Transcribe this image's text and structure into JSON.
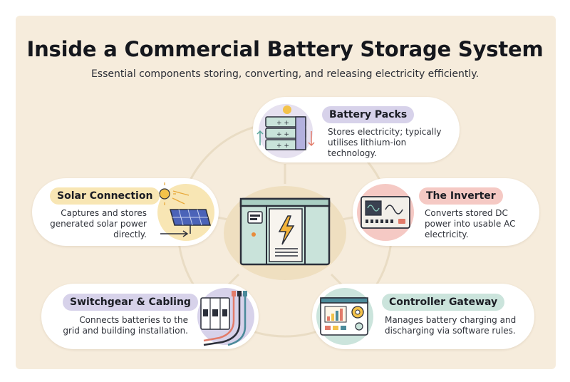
{
  "title": "Inside a Commercial Battery Storage System",
  "subtitle": "Essential components storing, converting, and releasing electricity efficiently.",
  "colors": {
    "background": "#f6ecdc",
    "lavender": "#d7d2ea",
    "yellow": "#f8e6b4",
    "pink": "#f5c9c4",
    "teal": "#cbe4dc",
    "ring": "#e9dcc4"
  },
  "center": {
    "icon": "battery-cabinet-icon"
  },
  "components": [
    {
      "id": "battery-packs",
      "label": "Battery Packs",
      "icon": "battery-stack-icon",
      "desc": [
        "Stores electricity; typically",
        "utilises lithium-ion",
        "technology."
      ]
    },
    {
      "id": "solar-connection",
      "label": "Solar Connection",
      "icon": "solar-panel-icon",
      "desc": [
        "Captures and stores",
        "generated solar power",
        "directly."
      ]
    },
    {
      "id": "the-inverter",
      "label": "The Inverter",
      "icon": "inverter-icon",
      "desc": [
        "Converts stored DC",
        "power into usable AC",
        "electricity."
      ]
    },
    {
      "id": "switchgear-cabling",
      "label": "Switchgear & Cabling",
      "icon": "switchgear-icon",
      "desc": [
        "Connects batteries to the",
        "grid and building installation."
      ]
    },
    {
      "id": "controller-gateway",
      "label": "Controller Gateway",
      "icon": "controller-dashboard-icon",
      "desc": [
        "Manages battery charging and",
        "discharging via software rules."
      ]
    }
  ]
}
